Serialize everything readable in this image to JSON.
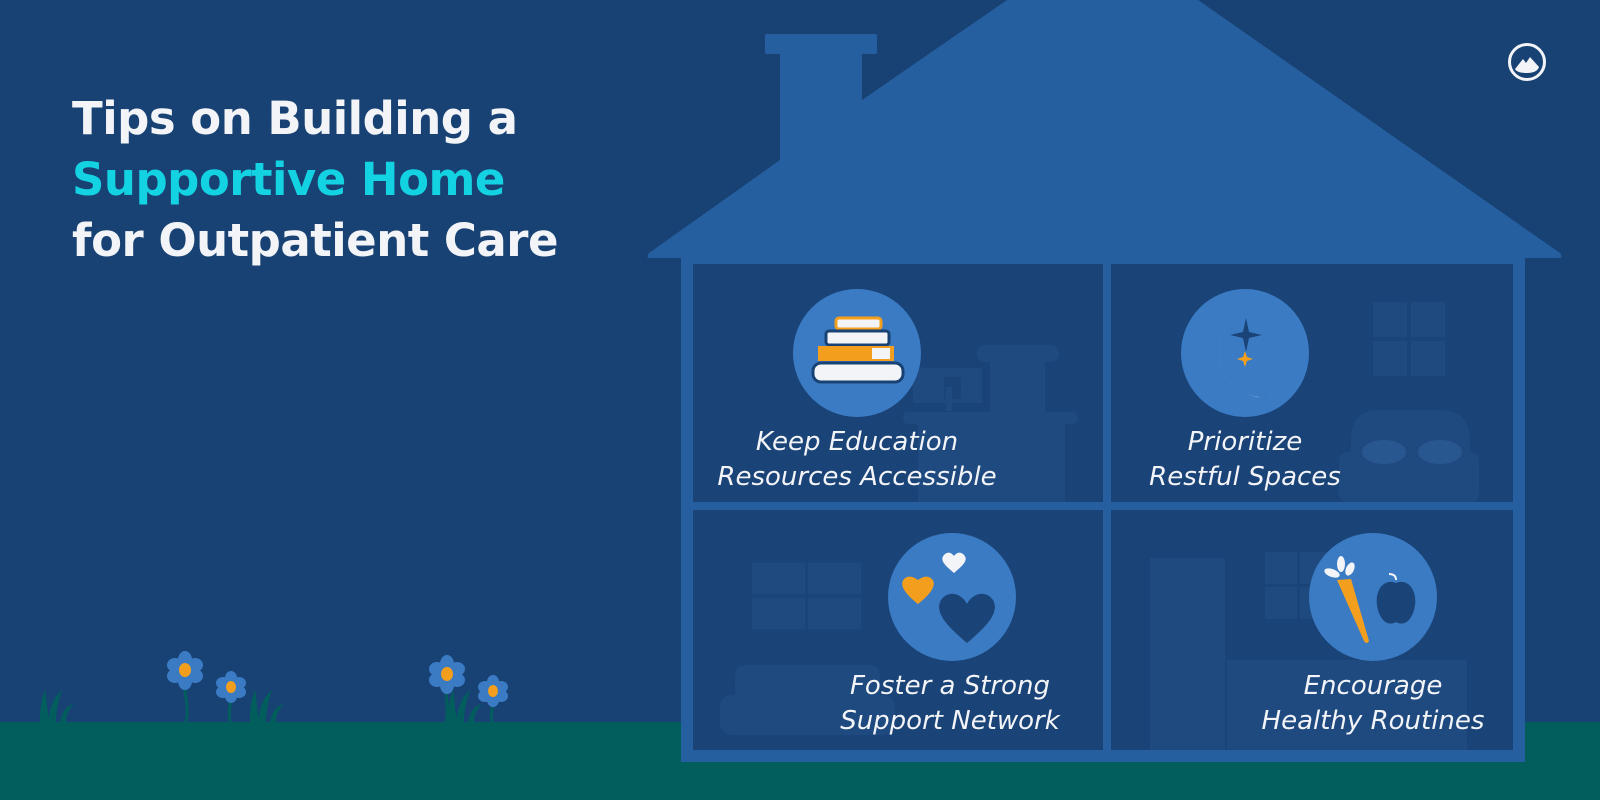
{
  "title": {
    "line1": "Tips on Building a",
    "line2_accent": "Supportive Home",
    "line3": "for Outpatient Care"
  },
  "logo": {
    "icon": "mountain-circle-logo-icon"
  },
  "rooms": [
    {
      "id": "education",
      "icon": "books-stack-icon",
      "line1": "Keep Education",
      "line2": "Resources Accessible"
    },
    {
      "id": "rest",
      "icon": "moon-stars-icon",
      "line1": "Prioritize",
      "line2": "Restful Spaces"
    },
    {
      "id": "support",
      "icon": "hearts-icon",
      "line1": "Foster a Strong",
      "line2": "Support Network"
    },
    {
      "id": "health",
      "icon": "carrot-apple-icon",
      "line1": "Encourage",
      "line2": "Healthy Routines"
    }
  ],
  "colors": {
    "background": "#184274",
    "house": "#255f9f",
    "room": "#1a4377",
    "icon_circle": "#3b7bc4",
    "accent_cyan": "#13d3e3",
    "orange": "#f39f1d",
    "ground": "#025e5c",
    "text": "#f3f4f7"
  }
}
